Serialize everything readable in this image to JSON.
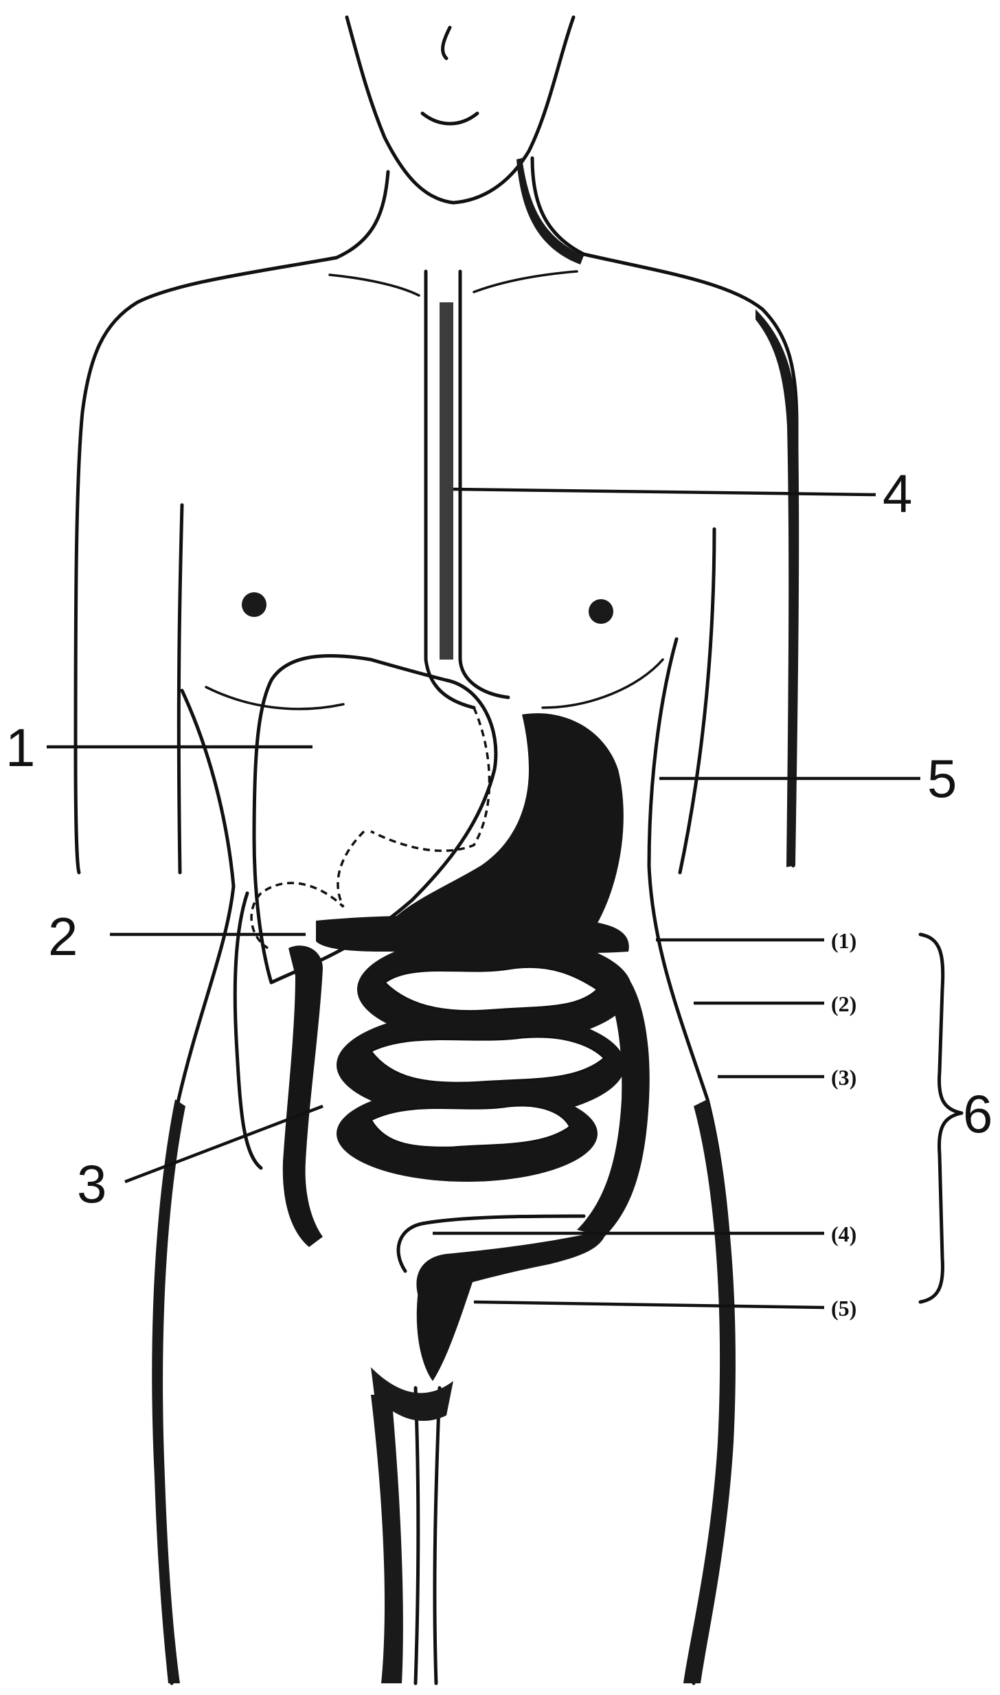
{
  "labels": {
    "liver": "1",
    "gallbladder": "2",
    "appendix": "3",
    "esophagus": "4",
    "stomach": "5",
    "intestine_group": "6"
  },
  "sublabels": [
    "(1)",
    "(2)",
    "(3)",
    "(4)",
    "(5)"
  ],
  "colors": {
    "ink": "#111111",
    "paper": "#ffffff"
  }
}
